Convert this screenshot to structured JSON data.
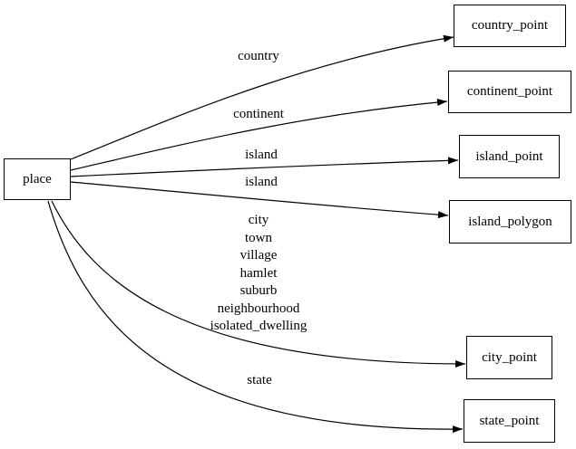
{
  "diagram": {
    "type": "directed-graph",
    "colors": {
      "background": "#ffffff",
      "node_fill": "#ffffff",
      "node_border": "#000000",
      "edge_stroke": "#000000",
      "text": "#000000"
    },
    "nodes": {
      "place": {
        "label": "place"
      },
      "country_point": {
        "label": "country_point"
      },
      "continent_point": {
        "label": "continent_point"
      },
      "island_point": {
        "label": "island_point"
      },
      "island_polygon": {
        "label": "island_polygon"
      },
      "city_point": {
        "label": "city_point"
      },
      "state_point": {
        "label": "state_point"
      }
    },
    "edges": [
      {
        "from": "place",
        "to": "country_point",
        "label": "country"
      },
      {
        "from": "place",
        "to": "continent_point",
        "label": "continent"
      },
      {
        "from": "place",
        "to": "island_point",
        "label": "island"
      },
      {
        "from": "place",
        "to": "island_polygon",
        "label": "island"
      },
      {
        "from": "place",
        "to": "city_point",
        "label": "city\ntown\nvillage\nhamlet\nsuburb\nneighbourhood\nisolated_dwelling"
      },
      {
        "from": "place",
        "to": "state_point",
        "label": "state"
      }
    ]
  }
}
